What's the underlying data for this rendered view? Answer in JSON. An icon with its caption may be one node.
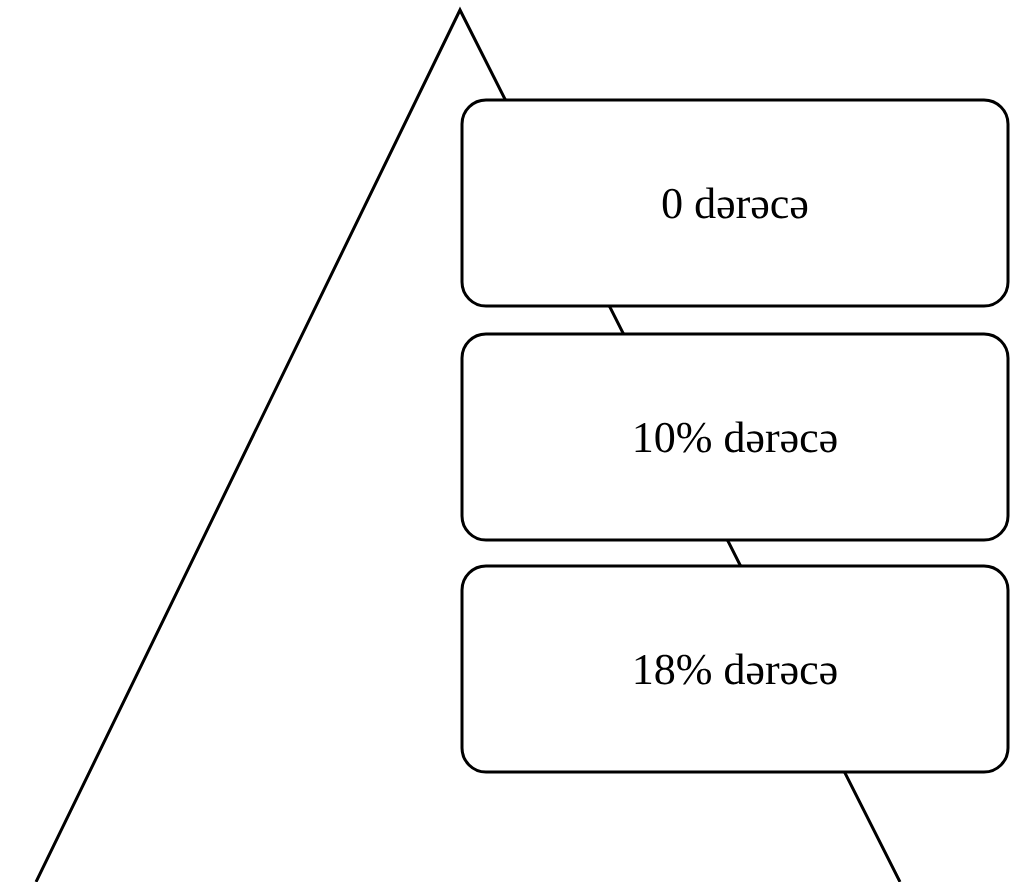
{
  "diagram": {
    "nodes": [
      {
        "text": [
          "0 dərəcə"
        ]
      },
      {
        "text": [
          "10% dərəcə"
        ]
      },
      {
        "text": [
          "18% dərəcə"
        ]
      }
    ]
  }
}
